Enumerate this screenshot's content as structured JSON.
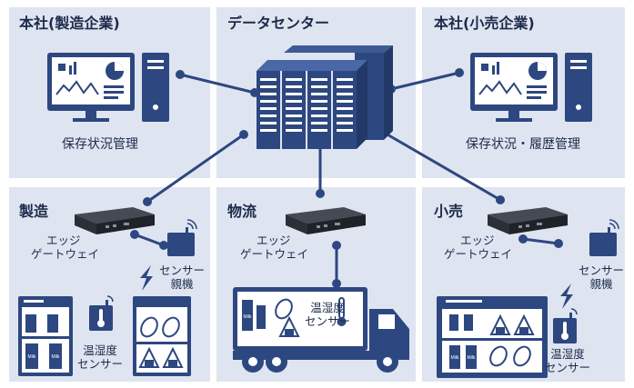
{
  "panels": {
    "hq_manufacturer": {
      "title": "本社(製造企業)",
      "caption": "保存状況管理"
    },
    "data_center": {
      "title": "データセンター"
    },
    "hq_retailer": {
      "title": "本社(小売企業)",
      "caption": "保存状況・履歴管理"
    },
    "manufacturing": {
      "title": "製造",
      "gateway_line1": "エッジ",
      "gateway_line2": "ゲートウェイ",
      "master_line1": "センサー",
      "master_line2": "親機",
      "sensor_line1": "温湿度",
      "sensor_line2": "センサー",
      "product_label": "Milk"
    },
    "logistics": {
      "title": "物流",
      "gateway_line1": "エッジ",
      "gateway_line2": "ゲートウェイ",
      "sensor_line1": "温湿度",
      "sensor_line2": "センサー",
      "product_label": "Milk"
    },
    "retail": {
      "title": "小売",
      "gateway_line1": "エッジ",
      "gateway_line2": "ゲートウェイ",
      "master_line1": "センサー",
      "master_line2": "親機",
      "sensor_line1": "温湿度",
      "sensor_line2": "センサー",
      "product_label": "Milk"
    }
  },
  "colors": {
    "panel_bg": "#dfe4f1",
    "navy": "#2d4780",
    "text": "#1c2b4a",
    "device_dark": "#2b2f37"
  }
}
